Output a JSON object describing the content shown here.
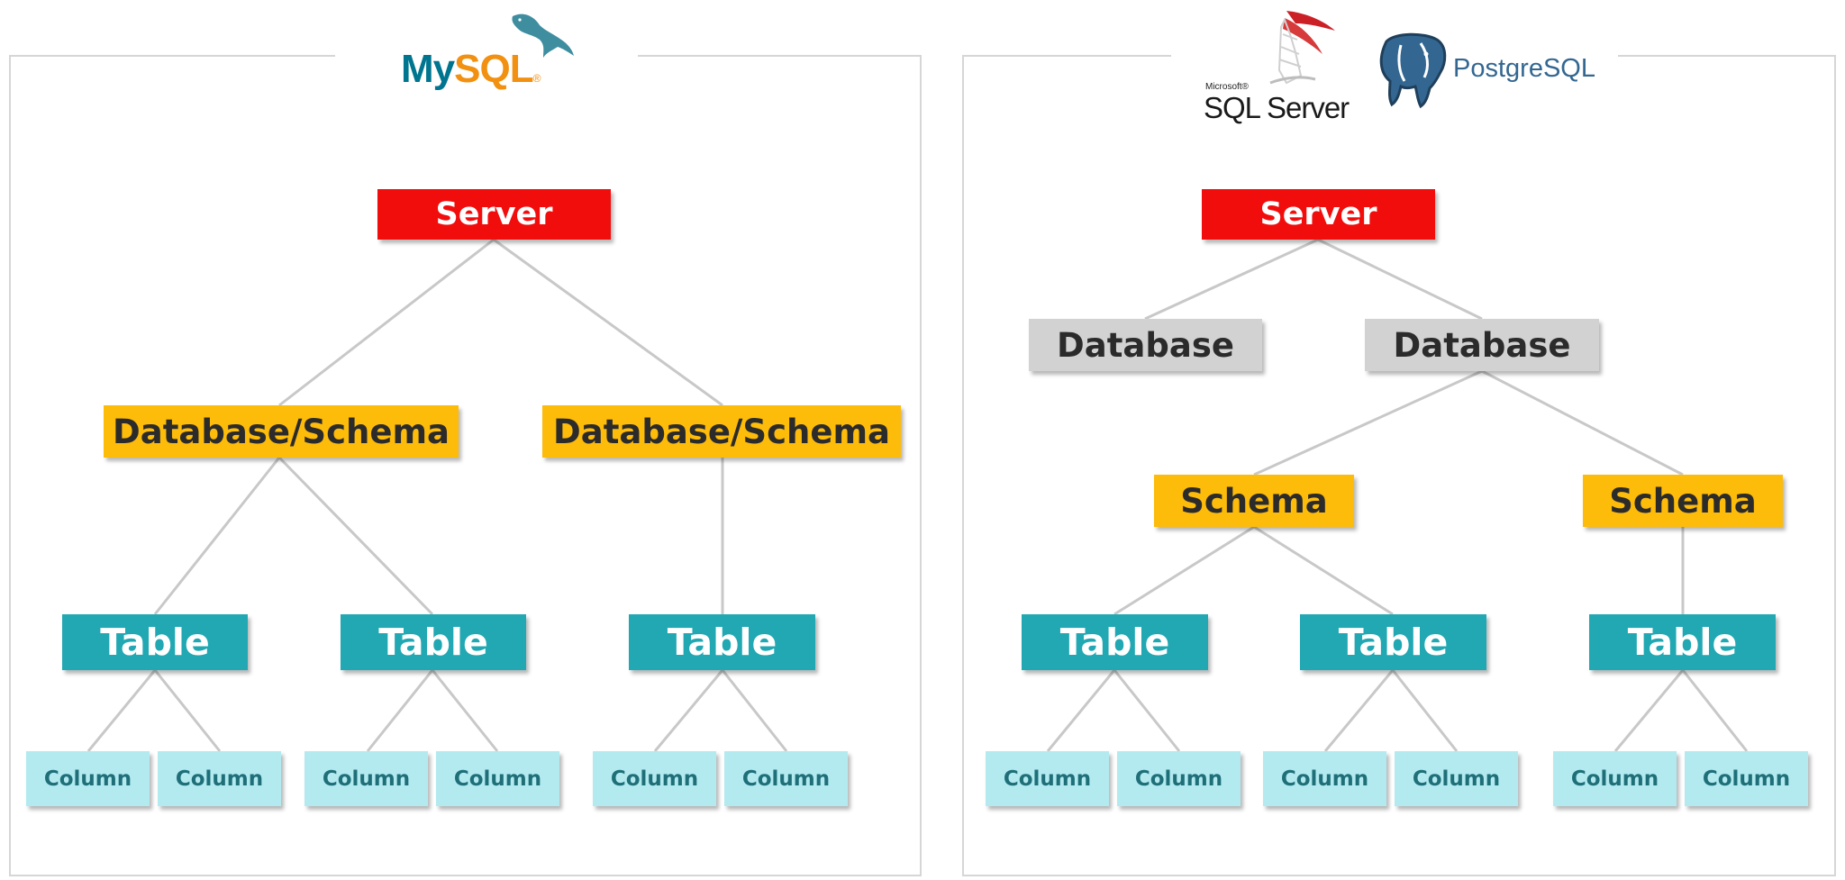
{
  "logos": {
    "mysql": {
      "my": "My",
      "sql": "SQL",
      "reg": "®"
    },
    "sqlserver": {
      "small": "Microsoft®",
      "main": "SQL Server"
    },
    "postgres": {
      "text": "PostgreSQL"
    }
  },
  "left": {
    "server": "Server",
    "databases": [
      "Database/Schema",
      "Database/Schema"
    ],
    "tables": [
      "Table",
      "Table",
      "Table"
    ],
    "columns": [
      "Column",
      "Column",
      "Column",
      "Column",
      "Column",
      "Column"
    ]
  },
  "right": {
    "server": "Server",
    "databases": [
      "Database",
      "Database"
    ],
    "schemas": [
      "Schema",
      "Schema"
    ],
    "tables": [
      "Table",
      "Table",
      "Table"
    ],
    "columns": [
      "Column",
      "Column",
      "Column",
      "Column",
      "Column",
      "Column"
    ]
  }
}
